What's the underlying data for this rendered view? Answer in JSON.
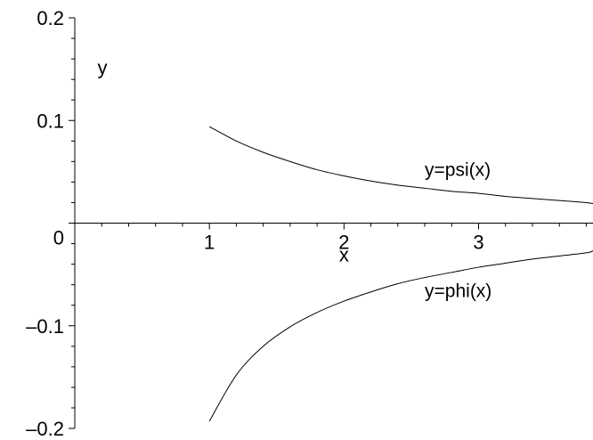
{
  "chart_data": {
    "type": "line",
    "xlabel": "x",
    "ylabel": "y",
    "xlim": [
      0,
      3.85
    ],
    "ylim": [
      -0.2,
      0.2
    ],
    "grid": false,
    "x_ticks": [
      {
        "value": 1,
        "label": "1"
      },
      {
        "value": 2,
        "label": "2"
      },
      {
        "value": 3,
        "label": "3"
      }
    ],
    "x_minor_step": 0.2,
    "y_ticks": [
      {
        "value": 0.2,
        "label": "0.2"
      },
      {
        "value": 0.1,
        "label": "0.1"
      },
      {
        "value": 0,
        "label": "0"
      },
      {
        "value": -0.1,
        "label": "–0.1"
      },
      {
        "value": -0.2,
        "label": "–0.2"
      }
    ],
    "y_minor_step": 0.02,
    "series": [
      {
        "name": "y=psi(x)",
        "label_at": {
          "x": 2.6,
          "y": 0.046
        },
        "x": [
          1.0,
          1.2,
          1.4,
          1.6,
          1.8,
          2.0,
          2.2,
          2.4,
          2.6,
          2.8,
          3.0,
          3.2,
          3.4,
          3.6,
          3.8,
          3.85
        ],
        "y": [
          0.094,
          0.08,
          0.069,
          0.06,
          0.052,
          0.046,
          0.041,
          0.037,
          0.034,
          0.031,
          0.029,
          0.026,
          0.024,
          0.022,
          0.02,
          0.019
        ]
      },
      {
        "name": "y=phi(x)",
        "label_at": {
          "x": 2.6,
          "y": -0.072
        },
        "x": [
          1.0,
          1.2,
          1.4,
          1.6,
          1.8,
          2.0,
          2.2,
          2.4,
          2.6,
          2.8,
          3.0,
          3.2,
          3.4,
          3.6,
          3.8,
          3.85
        ],
        "y": [
          -0.193,
          -0.148,
          -0.12,
          -0.101,
          -0.087,
          -0.076,
          -0.067,
          -0.059,
          -0.053,
          -0.048,
          -0.043,
          -0.039,
          -0.035,
          -0.032,
          -0.029,
          -0.027
        ]
      }
    ]
  }
}
